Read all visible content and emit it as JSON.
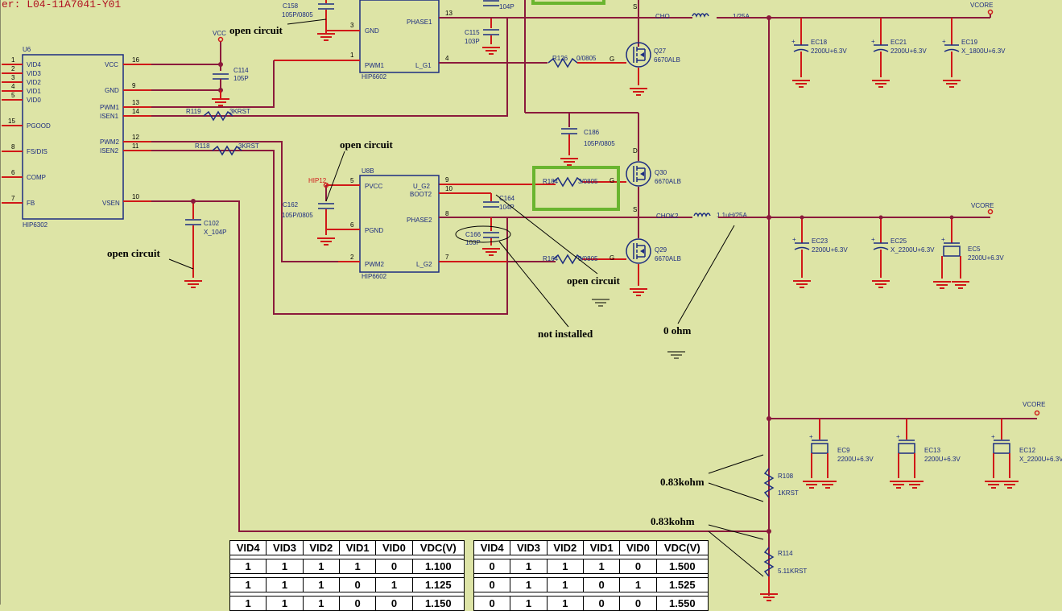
{
  "header_fragment": "er: L04-11A7041-Y01",
  "rails": {
    "vcc": "VCC",
    "vcore": "VCORE",
    "hip12": "HIP12"
  },
  "u6": {
    "ref": "U6",
    "part": "HIP6302",
    "left_pins": [
      {
        "num": "1",
        "name": "VID4"
      },
      {
        "num": "2",
        "name": "VID3"
      },
      {
        "num": "3",
        "name": "VID2"
      },
      {
        "num": "4",
        "name": "VID1"
      },
      {
        "num": "5",
        "name": "VID0"
      },
      {
        "num": "15",
        "name": "PGOOD"
      },
      {
        "num": "8",
        "name": "FS/DIS"
      },
      {
        "num": "6",
        "name": "COMP"
      },
      {
        "num": "7",
        "name": "FB"
      }
    ],
    "right_pins": [
      {
        "num": "16",
        "name": "VCC"
      },
      {
        "num": "9",
        "name": "GND"
      },
      {
        "num": "13",
        "name": "PWM1"
      },
      {
        "num": "14",
        "name": "ISEN1"
      },
      {
        "num": "12",
        "name": "PWM2"
      },
      {
        "num": "11",
        "name": "ISEN2"
      },
      {
        "num": "10",
        "name": "VSEN"
      }
    ]
  },
  "u_top": {
    "part": "HIP6602",
    "pins": [
      {
        "num": "3",
        "name": "GND"
      },
      {
        "num": "1",
        "name": "PWM1"
      },
      {
        "num": "13",
        "name": "PHASE1"
      },
      {
        "num": "4",
        "name": "L_G1"
      }
    ]
  },
  "u8b": {
    "ref": "U8B",
    "part": "HIP6602",
    "pins": [
      {
        "num": "5",
        "name": "PVCC"
      },
      {
        "num": "6",
        "name": "PGND"
      },
      {
        "num": "2",
        "name": "PWM2"
      },
      {
        "num": "9",
        "name": "U_G2"
      },
      {
        "num": "10",
        "name": "BOOT2"
      },
      {
        "num": "8",
        "name": "PHASE2"
      },
      {
        "num": "7",
        "name": "L_G2"
      }
    ]
  },
  "parts": {
    "c158": {
      "ref": "C158",
      "val": "105P/0805"
    },
    "c114": {
      "ref": "C114",
      "val": "105P"
    },
    "c115": {
      "ref": "C115",
      "val": "103P"
    },
    "c_top": {
      "val": "104P"
    },
    "r126": {
      "ref": "R126",
      "val": "0/0805"
    },
    "q27": {
      "ref": "Q27",
      "val": "6670ALB"
    },
    "r119": {
      "ref": "R119",
      "val": "3KRST"
    },
    "r118": {
      "ref": "R118",
      "val": "3KRST"
    },
    "c186": {
      "ref": "C186",
      "val": "105P/0805"
    },
    "r184": {
      "ref": "R184",
      "val": "3/0805"
    },
    "q30": {
      "ref": "Q30",
      "val": "6670ALB"
    },
    "c162": {
      "ref": "C162",
      "val": "105P/0805"
    },
    "c164": {
      "ref": "C164",
      "val": "104P"
    },
    "c166": {
      "ref": "C166",
      "val": "103P"
    },
    "r164": {
      "ref": "R164",
      "val": "0/0805"
    },
    "q29": {
      "ref": "Q29",
      "val": "6670ALB"
    },
    "c102": {
      "ref": "C102",
      "val": "X_104P"
    },
    "cho": {
      "ref": "CHO",
      "val": "1/25A"
    },
    "chok2": {
      "ref": "CHOK2",
      "val": "1.1uH/25A"
    },
    "ec18": {
      "ref": "EC18",
      "val": "2200U+6.3V"
    },
    "ec21": {
      "ref": "EC21",
      "val": "2200U+6.3V"
    },
    "ec19": {
      "ref": "EC19",
      "val": "X_1800U+6.3V"
    },
    "ec23": {
      "ref": "EC23",
      "val": "2200U+6.3V"
    },
    "ec25": {
      "ref": "EC25",
      "val": "X_2200U+6.3V"
    },
    "ec5": {
      "ref": "EC5",
      "val": "2200U+6.3V"
    },
    "ec9": {
      "ref": "EC9",
      "val": "2200U+6.3V"
    },
    "ec13": {
      "ref": "EC13",
      "val": "2200U+6.3V"
    },
    "ec12": {
      "ref": "EC12",
      "val": "X_2200U+6.3V"
    },
    "r108": {
      "ref": "R108",
      "val": "1KRST"
    },
    "r114": {
      "ref": "R114",
      "val": "5.11KRST"
    }
  },
  "pin_marks": {
    "g": "G",
    "d": "D",
    "s": "S"
  },
  "annotations": {
    "open1": "open circuit",
    "open2": "open circuit",
    "open3": "open circuit",
    "open4": "open circuit",
    "not_installed": "not installed",
    "zero_ohm": "0 ohm",
    "r108_meas": "0.83kohm",
    "r114_meas": "0.83kohm"
  },
  "vid_tables": {
    "headers": [
      "VID4",
      "VID3",
      "VID2",
      "VID1",
      "VID0",
      "VDC(V)"
    ],
    "left_rows": [
      [
        "1",
        "1",
        "1",
        "1",
        "0",
        "1.100"
      ],
      [
        "1",
        "1",
        "1",
        "0",
        "1",
        "1.125"
      ],
      [
        "1",
        "1",
        "1",
        "0",
        "0",
        "1.150"
      ]
    ],
    "right_rows": [
      [
        "0",
        "1",
        "1",
        "1",
        "0",
        "1.500"
      ],
      [
        "0",
        "1",
        "1",
        "0",
        "1",
        "1.525"
      ],
      [
        "0",
        "1",
        "1",
        "0",
        "0",
        "1.550"
      ]
    ]
  }
}
